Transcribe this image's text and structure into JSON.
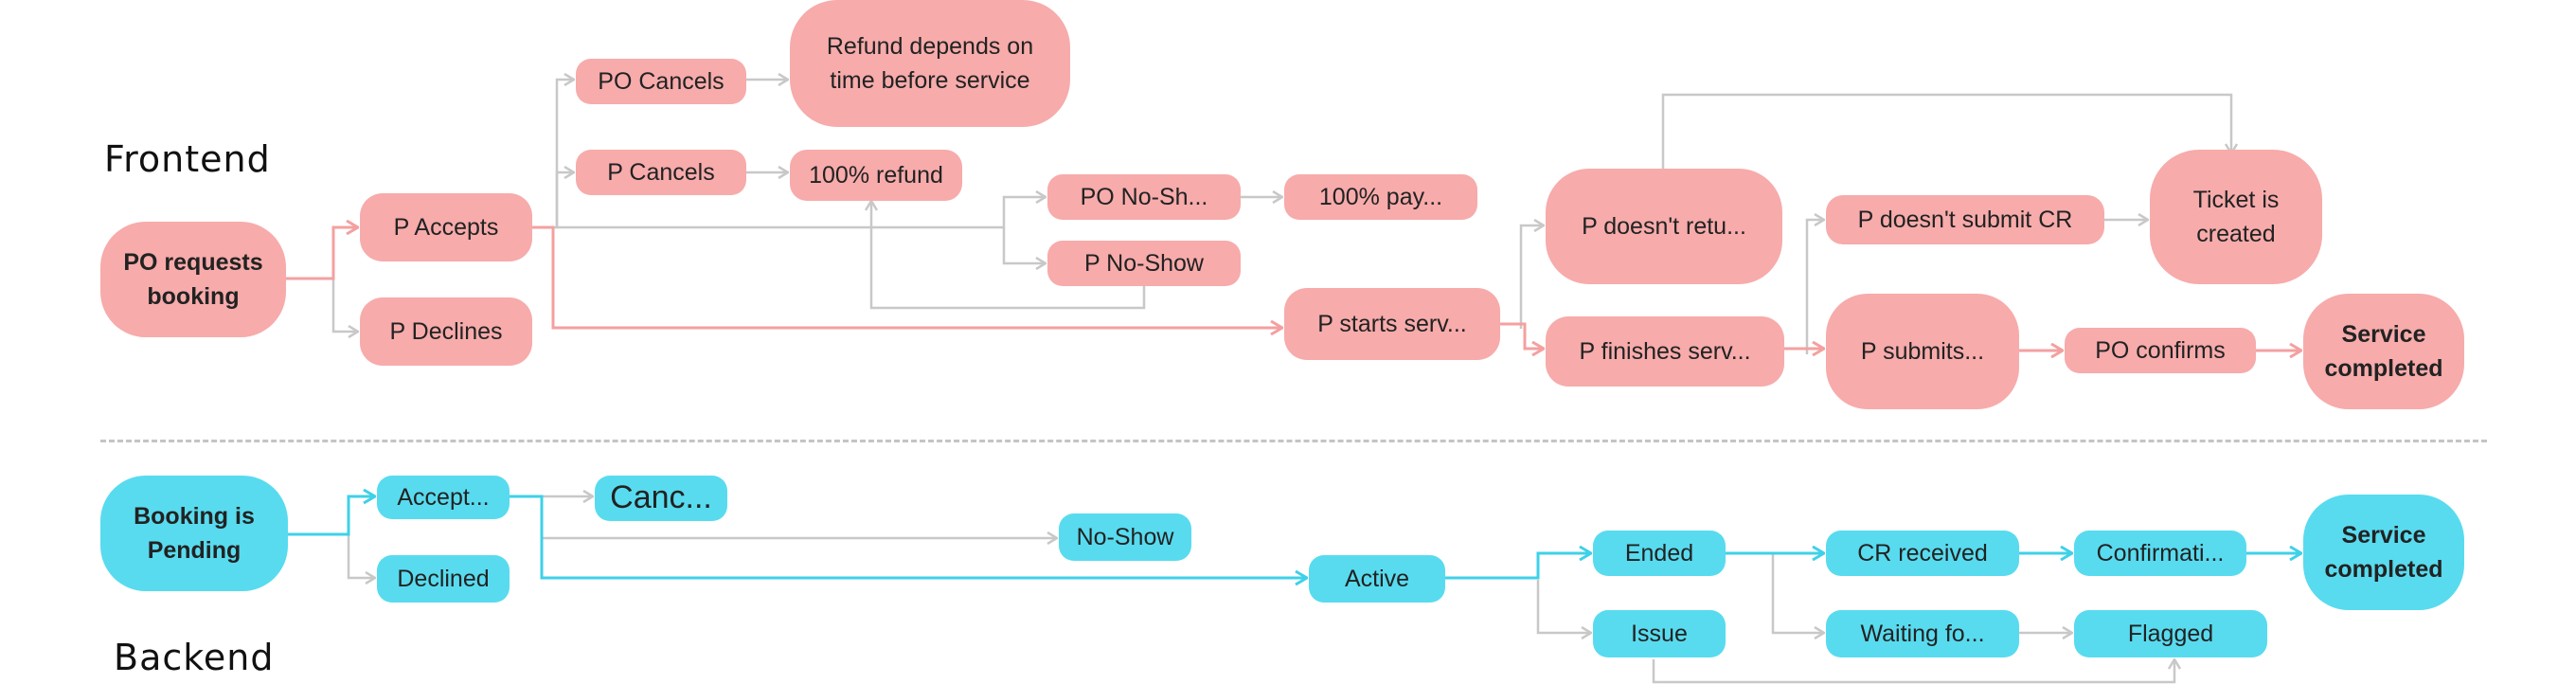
{
  "sections": {
    "frontend": "Frontend",
    "backend": "Backend"
  },
  "colors": {
    "frontend_node": "#f7abab",
    "backend_node": "#58dbef",
    "frontend_main_path": "#f4a0a0",
    "backend_main_path": "#3ed1e8",
    "branch_line": "#c8c8c8"
  },
  "frontend": {
    "po_requests": "PO requests\nbooking",
    "p_accepts": "P Accepts",
    "p_declines": "P Declines",
    "po_cancels": "PO Cancels",
    "refund_depends": "Refund depends on\ntime before service",
    "p_cancels": "P Cancels",
    "full_refund": "100% refund",
    "po_no_show": "PO No-Sh...",
    "full_pay": "100% pay...",
    "p_no_show": "P No-Show",
    "p_starts": "P starts serv...",
    "p_doesnt_return": "P doesn't retu...",
    "p_finishes": "P finishes serv...",
    "p_doesnt_submit": "P doesn't submit CR",
    "p_submits": "P submits...",
    "po_confirms": "PO confirms",
    "ticket_created": "Ticket is\ncreated",
    "service_completed": "Service\ncompleted"
  },
  "backend": {
    "booking_pending": "Booking is\nPending",
    "accepted": "Accept...",
    "declined": "Declined",
    "cancelled": "Canc...",
    "no_show": "No-Show",
    "active": "Active",
    "ended": "Ended",
    "issue": "Issue",
    "cr_received": "CR received",
    "waiting": "Waiting fo...",
    "confirmation": "Confirmati...",
    "flagged": "Flagged",
    "service_completed": "Service\ncompleted"
  }
}
